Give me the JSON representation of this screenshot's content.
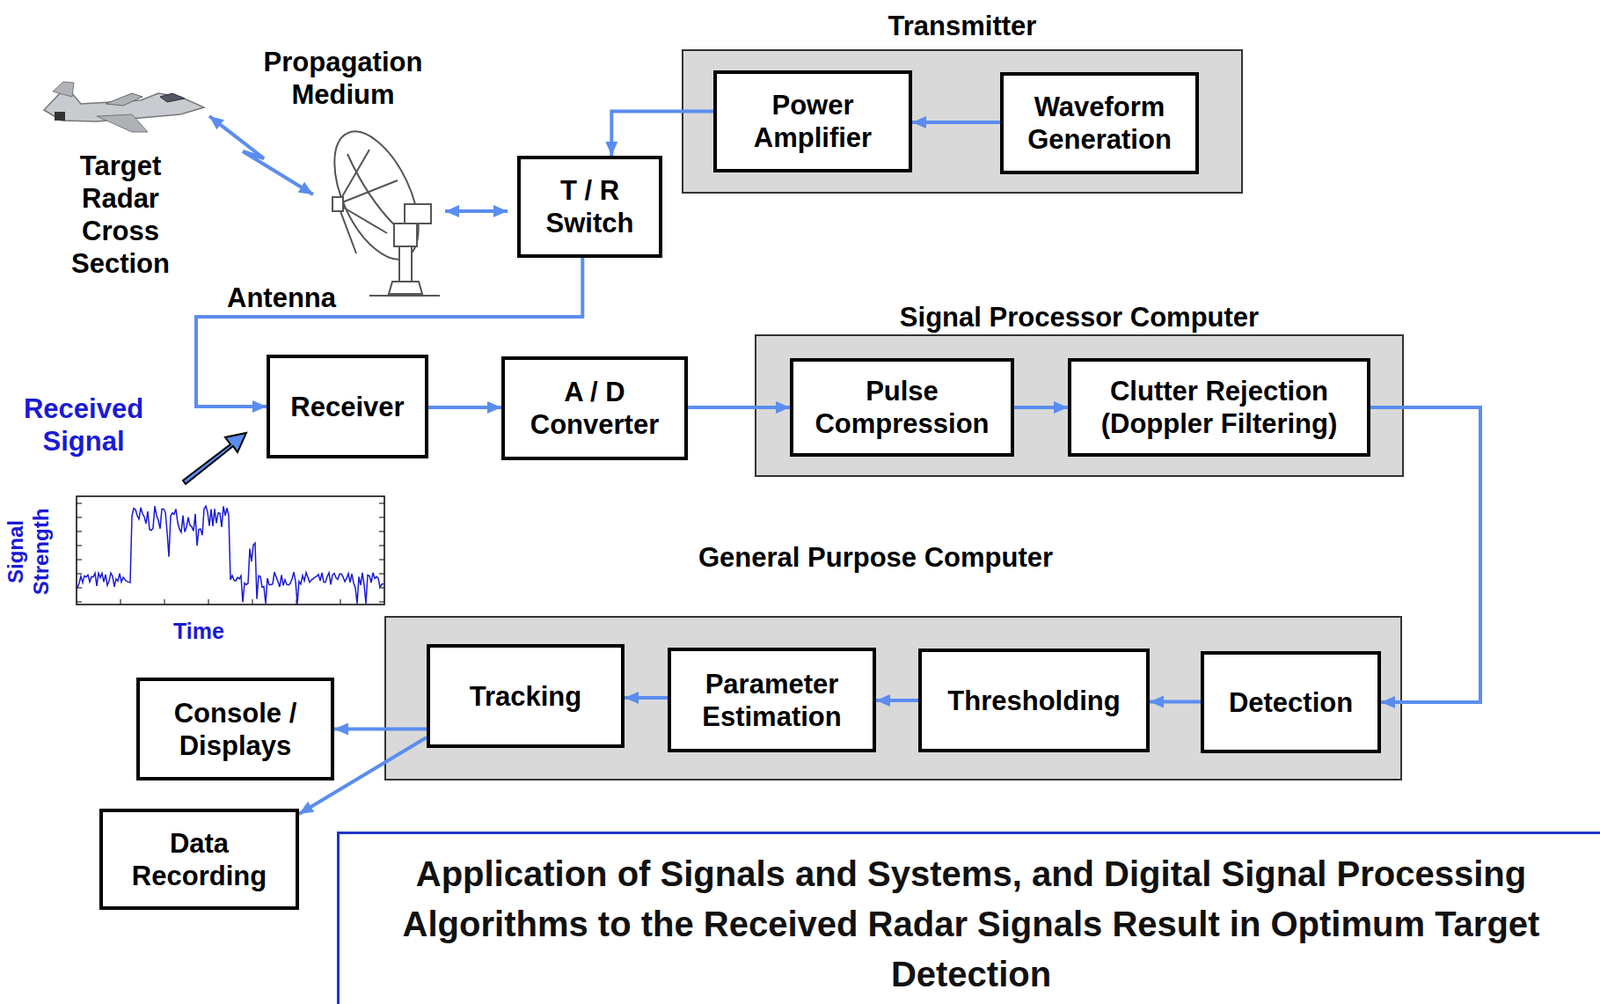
{
  "diagram": {
    "nodes": [
      {
        "text": [
          "Transmitter"
        ]
      },
      {
        "text": [
          "Power Amplifier"
        ],
        "in": 0
      },
      {
        "text": [
          "Waveform Generation"
        ],
        "in": 0
      },
      {
        "text": [
          "T / R Switch"
        ]
      },
      {
        "text": [
          "Receiver"
        ]
      },
      {
        "text": [
          "A / D Converter"
        ]
      },
      {
        "text": [
          "Signal Processor Computer"
        ]
      },
      {
        "text": [
          "Pulse Compression"
        ],
        "in": 6
      },
      {
        "text": [
          "Clutter Rejection (Doppler Filtering)"
        ],
        "in": 6
      },
      {
        "text": [
          "General Purpose Computer"
        ]
      },
      {
        "text": [
          "Tracking"
        ],
        "in": 9
      },
      {
        "text": [
          "Parameter Estimation"
        ],
        "in": 9
      },
      {
        "text": [
          "Thresholding"
        ],
        "in": 9
      },
      {
        "text": [
          "Detection"
        ],
        "in": 9
      },
      {
        "text": [
          "Console / Displays"
        ]
      },
      {
        "text": [
          "Data Recording"
        ]
      },
      {
        "text": [
          "Application of Signals and Systems, and Digital Signal Processing Algorithms to the Received Radar Signals Result in Optimum Target Detection"
        ]
      }
    ],
    "edges": [
      {
        "from": 2,
        "to": 1,
        "arrow": "to"
      },
      {
        "from": 1,
        "to": 3,
        "arrow": "to"
      },
      {
        "from": 3,
        "to": 4,
        "arrow": "to"
      },
      {
        "from": 4,
        "to": 5,
        "arrow": "to"
      },
      {
        "from": 5,
        "to": 7,
        "arrow": "to"
      },
      {
        "from": 7,
        "to": 8,
        "arrow": "to"
      },
      {
        "from": 8,
        "to": 13,
        "arrow": "to"
      },
      {
        "from": 13,
        "to": 12,
        "arrow": "to"
      },
      {
        "from": 12,
        "to": 11,
        "arrow": "to"
      },
      {
        "from": 11,
        "to": 10,
        "arrow": "to"
      },
      {
        "from": 10,
        "to": 14,
        "arrow": "to"
      },
      {
        "from": 10,
        "to": 15,
        "arrow": "to"
      }
    ],
    "labels": [
      "Propagation Medium",
      "Target Radar Cross Section",
      "Antenna",
      "Received Signal",
      "Signal Strength",
      "Time"
    ]
  }
}
